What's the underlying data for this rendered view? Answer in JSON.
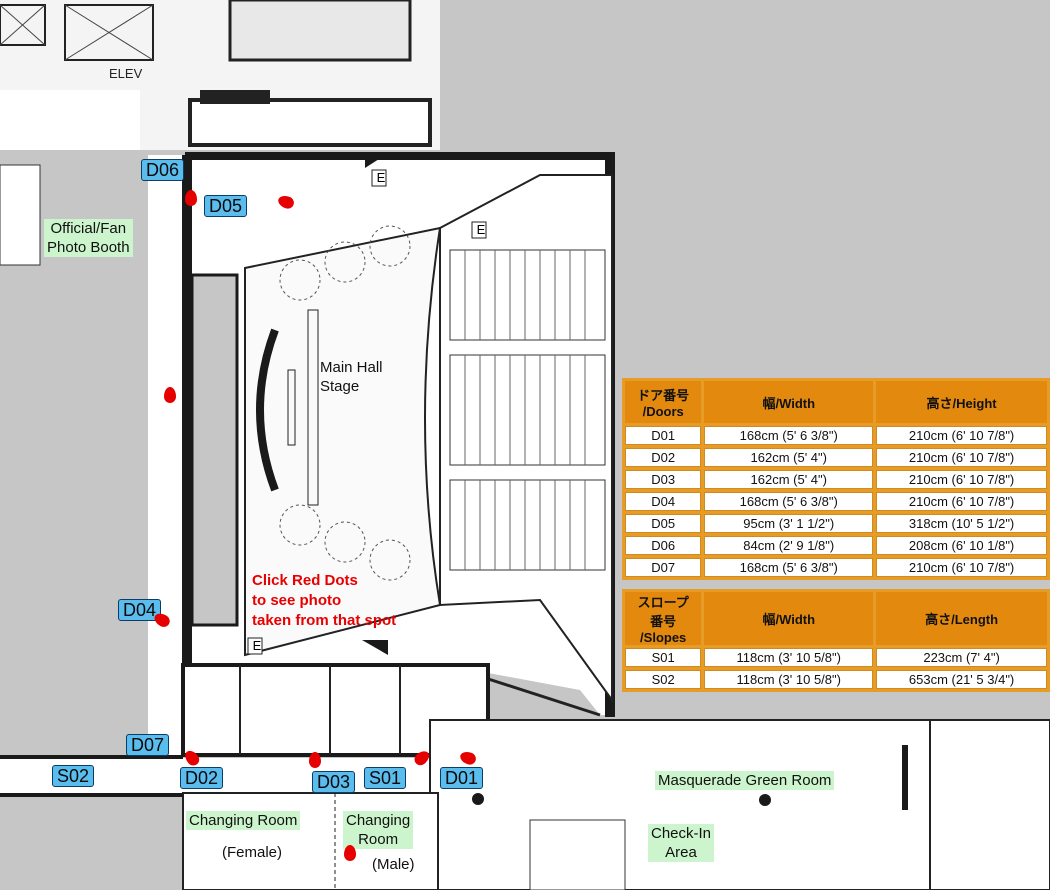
{
  "labels": {
    "elev": "ELEV",
    "main_hall": "Main Hall\nStage",
    "official_photo": "Official/Fan\nPhoto Booth",
    "changing_female": "Changing Room",
    "female": "(Female)",
    "changing_male": "Changing\nRoom",
    "male": "(Male)",
    "green_room": "Masquerade Green Room",
    "checkin": "Check-In\nArea",
    "hint": "Click Red Dots\nto see photo\ntaken from that spot",
    "e_sign": "E"
  },
  "doors": {
    "D01": "D01",
    "D02": "D02",
    "D03": "D03",
    "D04": "D04",
    "D05": "D05",
    "D06": "D06",
    "D07": "D07",
    "S01": "S01",
    "S02": "S02"
  },
  "door_table": {
    "headers": [
      "ドア番号\n/Doors",
      "幅/Width",
      "高さ/Height"
    ],
    "rows": [
      [
        "D01",
        "168cm (5' 6 3/8\")",
        "210cm (6' 10 7/8\")"
      ],
      [
        "D02",
        "162cm (5' 4\")",
        "210cm (6' 10 7/8\")"
      ],
      [
        "D03",
        "162cm (5' 4\")",
        "210cm (6' 10 7/8\")"
      ],
      [
        "D04",
        "168cm (5' 6 3/8\")",
        "210cm (6' 10 7/8\")"
      ],
      [
        "D05",
        "95cm (3' 1 1/2\")",
        "318cm (10' 5 1/2\")"
      ],
      [
        "D06",
        "84cm (2' 9 1/8\")",
        "208cm (6' 10 1/8\")"
      ],
      [
        "D07",
        "168cm (5' 6 3/8\")",
        "210cm (6' 10 7/8\")"
      ]
    ]
  },
  "slope_table": {
    "headers": [
      "スロープ\n番号\n/Slopes",
      "幅/Width",
      "高さ/Length"
    ],
    "rows": [
      [
        "S01",
        "118cm (3' 10 5/8\")",
        "223cm (7' 4\")"
      ],
      [
        "S02",
        "118cm (3' 10 5/8\")",
        "653cm (21' 5 3/4\")"
      ]
    ]
  },
  "colors": {
    "background": "#c6c6c6",
    "floor": "#ffffff",
    "wall": "#1a1a1a",
    "door_label": "#5bbcee",
    "room_label": "#cdf5cd",
    "red_dot": "#e60000",
    "table_header": "#e38a0e"
  },
  "photo_spots": [
    "D06-spot",
    "D05-spot",
    "corridor-spot",
    "D04-spot",
    "D07-spot",
    "D03-spot",
    "D01-spot",
    "changing-spot"
  ]
}
